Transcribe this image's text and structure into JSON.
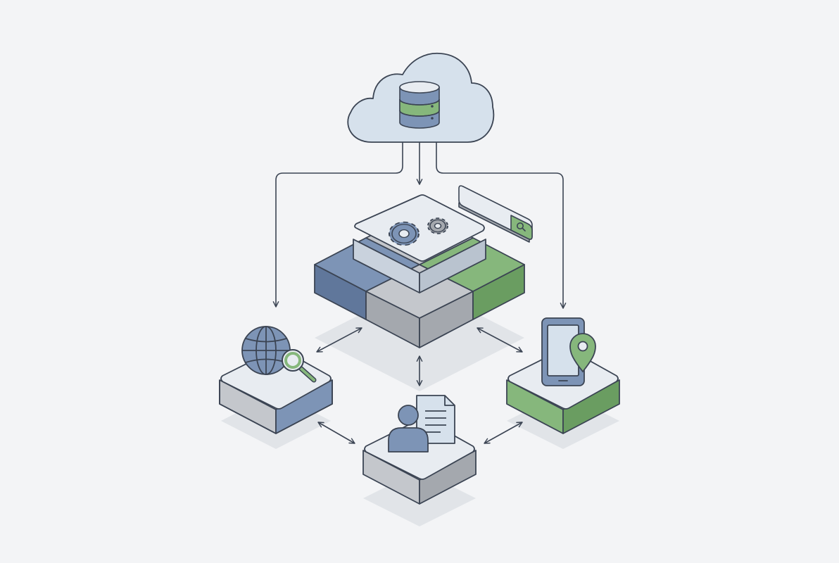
{
  "diagram": {
    "nodes": [
      {
        "id": "cloud",
        "icon": "database-icon"
      },
      {
        "id": "core-platform",
        "icon": "gears-icon"
      },
      {
        "id": "search-bar",
        "icon": "search-icon"
      },
      {
        "id": "web-search",
        "icon": "globe-search-icon"
      },
      {
        "id": "mobile-location",
        "icon": "phone-location-icon"
      },
      {
        "id": "user-documents",
        "icon": "user-document-icon"
      }
    ],
    "edges": [
      {
        "from": "cloud",
        "to": "core-platform",
        "direction": "one-way"
      },
      {
        "from": "cloud",
        "to": "web-search",
        "direction": "one-way"
      },
      {
        "from": "cloud",
        "to": "mobile-location",
        "direction": "one-way"
      },
      {
        "from": "core-platform",
        "to": "web-search",
        "direction": "two-way"
      },
      {
        "from": "core-platform",
        "to": "mobile-location",
        "direction": "two-way"
      },
      {
        "from": "core-platform",
        "to": "user-documents",
        "direction": "two-way"
      },
      {
        "from": "web-search",
        "to": "user-documents",
        "direction": "two-way"
      },
      {
        "from": "mobile-location",
        "to": "user-documents",
        "direction": "two-way"
      }
    ]
  },
  "colors": {
    "background": "#f3f4f6",
    "outline": "#3b4453",
    "blue": "#7d94b6",
    "blue_dark": "#60779b",
    "green": "#86b77c",
    "green_dark": "#6a9d61",
    "gray": "#c4c7cc",
    "gray_dark": "#a4a8ae",
    "panel": "#e8ecf1",
    "cloud": "#d6e1ec",
    "shadow": "#dde0e5"
  }
}
